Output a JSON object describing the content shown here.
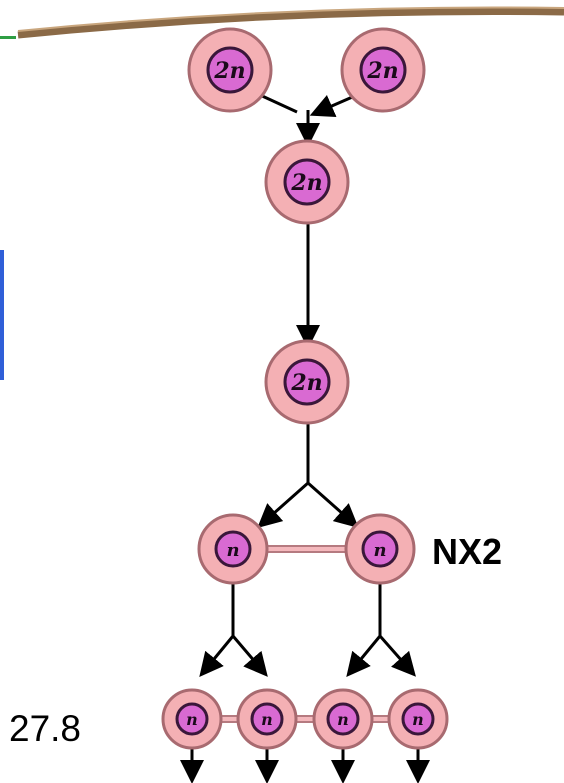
{
  "diagram": {
    "nodes": [
      {
        "id": "top-left",
        "label": "2n"
      },
      {
        "id": "top-right",
        "label": "2n"
      },
      {
        "id": "fused",
        "label": "2n"
      },
      {
        "id": "pre-meiosis",
        "label": "2n"
      },
      {
        "id": "meiosis1-left",
        "label": "n"
      },
      {
        "id": "meiosis1-right",
        "label": "n"
      },
      {
        "id": "meiosis2-1",
        "label": "n"
      },
      {
        "id": "meiosis2-2",
        "label": "n"
      },
      {
        "id": "meiosis2-3",
        "label": "n"
      },
      {
        "id": "meiosis2-4",
        "label": "n"
      }
    ],
    "colors": {
      "membrane": "#8b6a47",
      "cell_outer": "#f4b0b4",
      "cell_border": "#a86a70",
      "nucleus": "#d96ad2",
      "nucleus_border": "#3a173a",
      "connector": "#f0b0b4"
    }
  },
  "labels": {
    "nx": "NX2",
    "figure_number": "27.8"
  }
}
